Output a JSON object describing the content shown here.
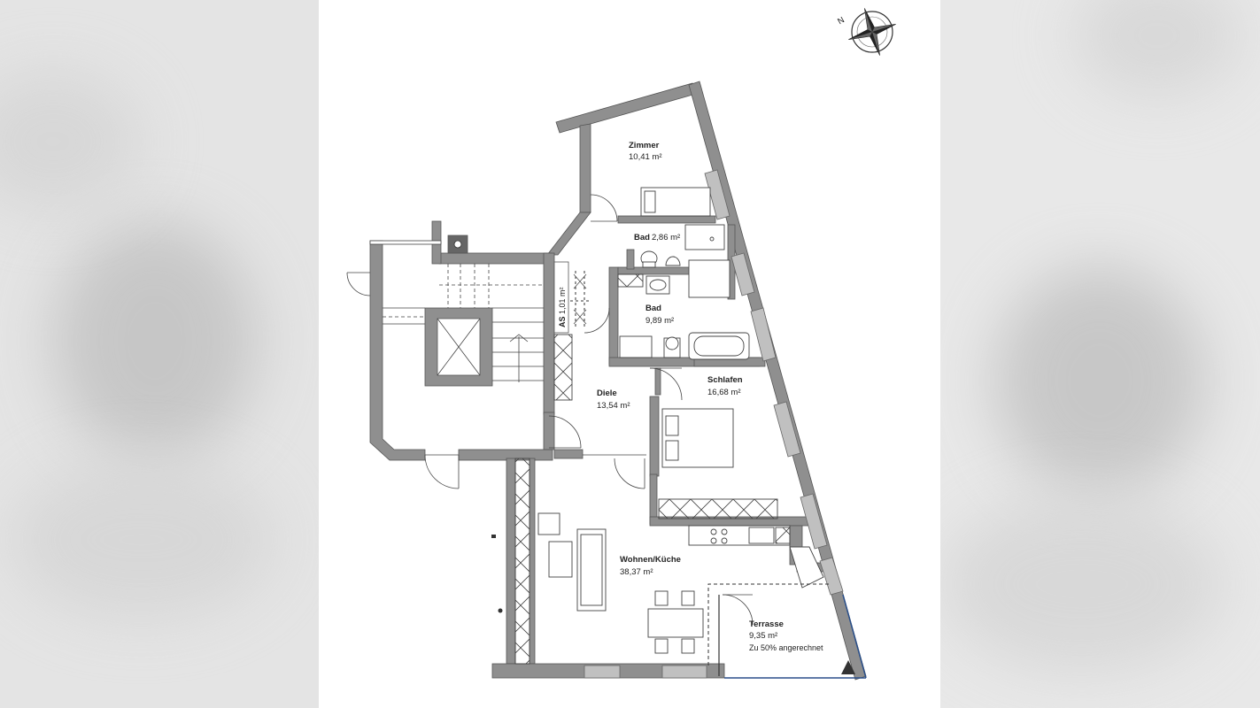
{
  "rooms": {
    "zimmer": {
      "name": "Zimmer",
      "area": "10,41 m²"
    },
    "bad_small": {
      "name": "Bad",
      "area": "2,86 m²"
    },
    "as": {
      "name": "AS",
      "area": "1,01 m²"
    },
    "bad": {
      "name": "Bad",
      "area": "9,89 m²"
    },
    "diele": {
      "name": "Diele",
      "area": "13,54 m²"
    },
    "schlafen": {
      "name": "Schlafen",
      "area": "16,68 m²"
    },
    "wohnen": {
      "name": "Wohnen/Küche",
      "area": "38,37 m²"
    },
    "terrasse": {
      "name": "Terrasse",
      "area": "9,35 m²",
      "note": "Zu 50% angerechnet"
    }
  },
  "compass": {
    "label": "N"
  },
  "colors": {
    "wall": "#8f8f8f",
    "wall_edge": "#555555",
    "window": "#c0c0c0",
    "line": "#444444"
  }
}
